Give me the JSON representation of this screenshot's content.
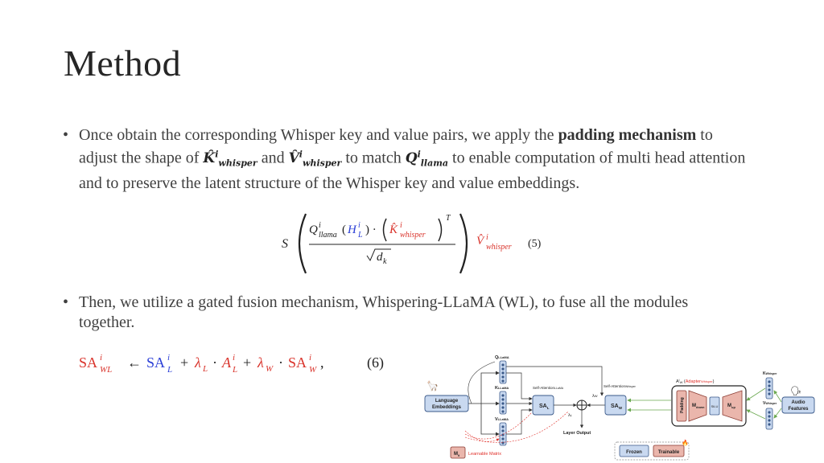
{
  "slide": {
    "title": "Method",
    "bullet1": {
      "t1": "Once obtain the corresponding Whisper key and value pairs, we apply the ",
      "bold": "padding mechanism",
      "t2": " to adjust the shape of ",
      "t3": " and ",
      "t4": " to match ",
      "t5": " to enable computation of multi head attention and to preserve the latent structure of the Whisper key and value embeddings."
    },
    "bullet2": "Then, we utilize a gated fusion mechanism, Whispering-LLaMA (WL), to fuse all the modules together.",
    "eq5_number": "(5)",
    "eq6_number": "(6)"
  },
  "diagram": {
    "q_label": "Q",
    "q_sub": "LLaMA",
    "k_label": "K",
    "k_sub": "LLaMA",
    "v_label": "V",
    "v_sub": "LLaMA",
    "k_whisper_label": "K",
    "k_whisper_sub": "Whisper",
    "v_whisper_label": "V",
    "v_whisper_sub": "Whisper",
    "lang_emb": [
      "Language",
      "Embeddings"
    ],
    "sa_llama_title": "Self-Attention",
    "sa_llama_sub": "LLaMA",
    "sa_l": "SA",
    "sa_l_sub": "L",
    "sa_whisper_title": "Self-Attention",
    "sa_whisper_sub": "Whisper",
    "sa_w": "SA",
    "sa_w_sub": "W",
    "lambda_w": "λ",
    "lambda_w_sub": "W",
    "lambda_l": "λ",
    "lambda_l_sub": "L",
    "adapter_a": "A",
    "adapter_a_sup": "i",
    "adapter_a_sub": "W",
    "adapter_paren_open": "(",
    "adapter_name": "Adapter",
    "adapter_name_sub": "Whisper",
    "adapter_paren_close": ")",
    "padding": "Padding",
    "m_down": "M",
    "m_down_sub": "down",
    "silu": "SiLU",
    "m_up": "M",
    "m_up_sub": "up",
    "audio_features": [
      "Audio",
      "Features"
    ],
    "layer_output": "Layer Output",
    "m_theta": "M",
    "m_theta_sub": "θ",
    "learnable_matrix": "Learnable Matrix",
    "legend_frozen": "Frozen",
    "legend_trainable": "Trainable"
  },
  "colors": {
    "blue_fill": "#c9d9f0",
    "blue_stroke": "#3b5a8a",
    "pink_fill": "#eab6ac",
    "pink_stroke": "#8a3a30",
    "red": "#e0302a",
    "eq_blue": "#2b3fd6",
    "eq_red": "#d9332b",
    "arrow_green": "#6aa84f"
  }
}
